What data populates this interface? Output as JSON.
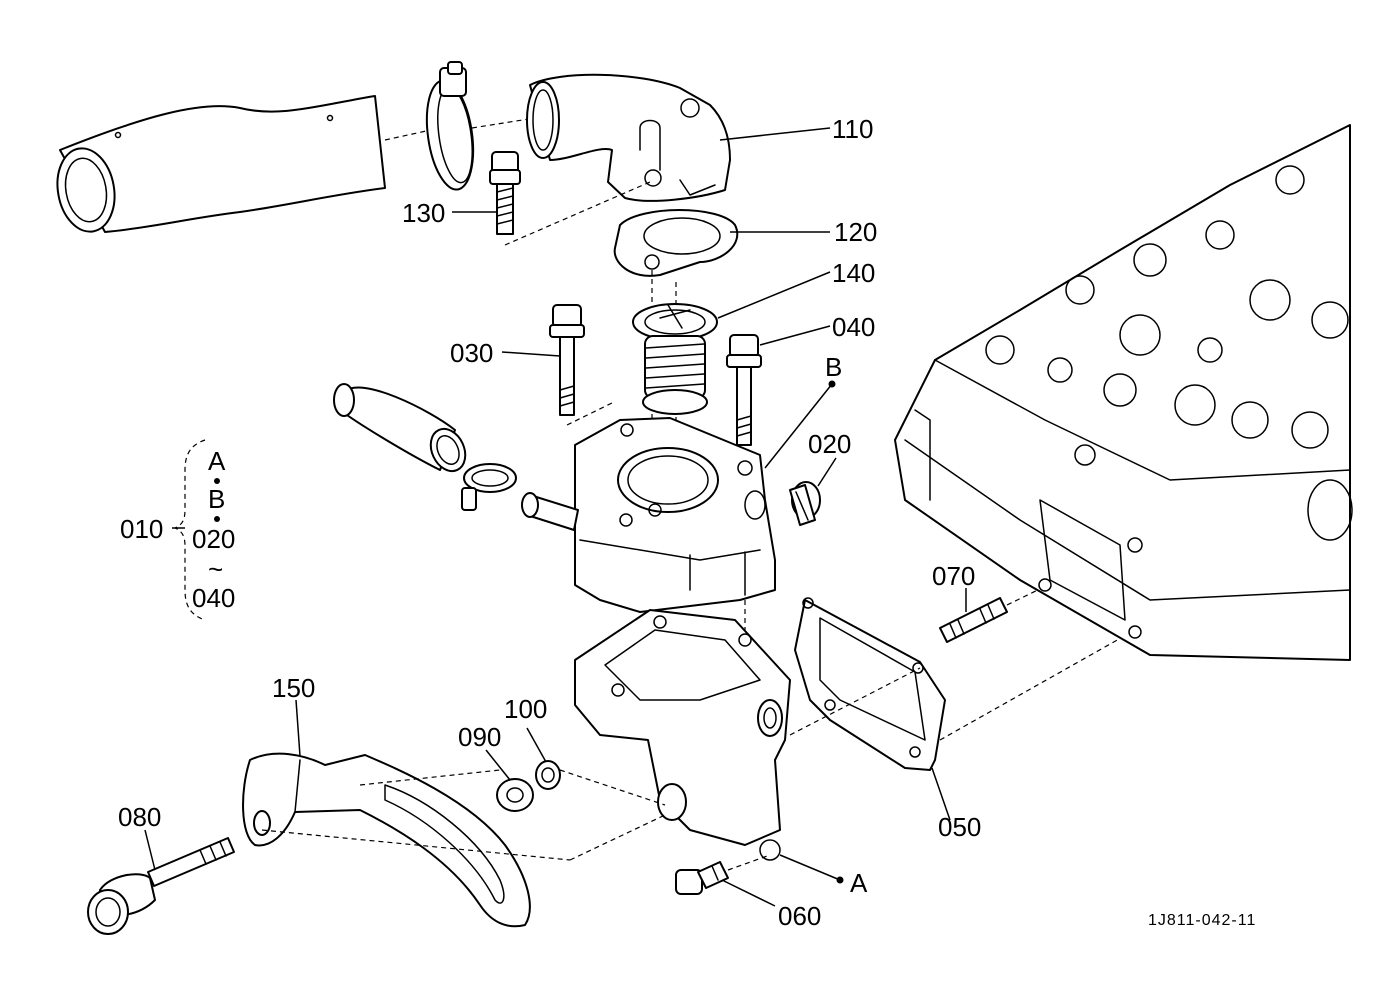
{
  "callouts": {
    "p110": "110",
    "p120": "120",
    "p130": "130",
    "p140": "140",
    "p030": "030",
    "p040": "040",
    "pB": "B",
    "p020": "020",
    "p070": "070",
    "p150": "150",
    "p100": "100",
    "p090": "090",
    "p080": "080",
    "p050": "050",
    "pA": "A",
    "p060": "060"
  },
  "assembly_key": {
    "main": "010",
    "line1": "A",
    "line2": "B",
    "line3": "020",
    "tilde": "~",
    "line4": "040"
  },
  "drawing_reference": "1J811-042-11"
}
